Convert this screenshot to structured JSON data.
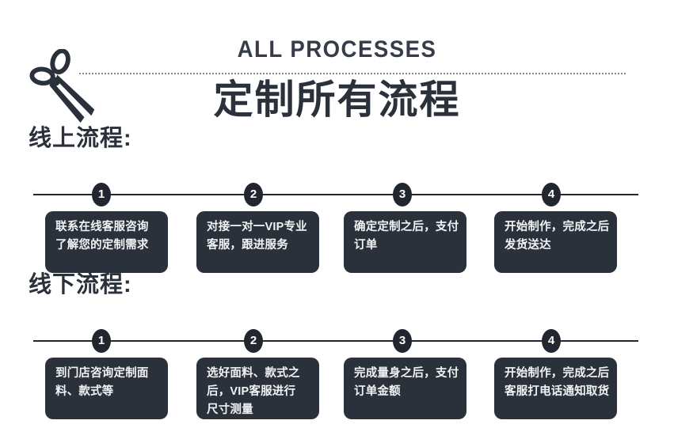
{
  "header": {
    "title_en": "ALL PROCESSES",
    "title_cn": "定制所有流程",
    "scissors_icon": "scissors-icon",
    "divider": "dotted-divider"
  },
  "colors": {
    "page_background": "#ffffff",
    "card_background": "#2b313b",
    "badge_background": "#22262e",
    "text_dark": "#2b313b",
    "text_light": "#f2f3f5",
    "title_en_color": "#363d49",
    "timeline_line": "#22262e",
    "divider_color": "#6d7481"
  },
  "sections": [
    {
      "heading": "线上流程:",
      "steps": [
        {
          "number": "1",
          "lines": [
            "联系在线客服咨询",
            "了解您的定制需求"
          ]
        },
        {
          "number": "2",
          "lines": [
            "对接一对一VIP专业",
            "客服，跟进服务"
          ]
        },
        {
          "number": "3",
          "lines": [
            "确定定制之后，支付",
            "订单"
          ]
        },
        {
          "number": "4",
          "lines": [
            "开始制作，完成之后",
            "发货送达"
          ]
        }
      ]
    },
    {
      "heading": "线下流程:",
      "steps": [
        {
          "number": "1",
          "lines": [
            "到门店咨询定制面",
            "料、款式等"
          ]
        },
        {
          "number": "2",
          "lines": [
            "选好面料、款式之",
            "后，VIP客服进行",
            "尺寸测量"
          ]
        },
        {
          "number": "3",
          "lines": [
            "完成量身之后，支付",
            "订单金额"
          ]
        },
        {
          "number": "4",
          "lines": [
            "开始制作，完成之后",
            "客服打电话通知取货"
          ]
        }
      ]
    }
  ]
}
